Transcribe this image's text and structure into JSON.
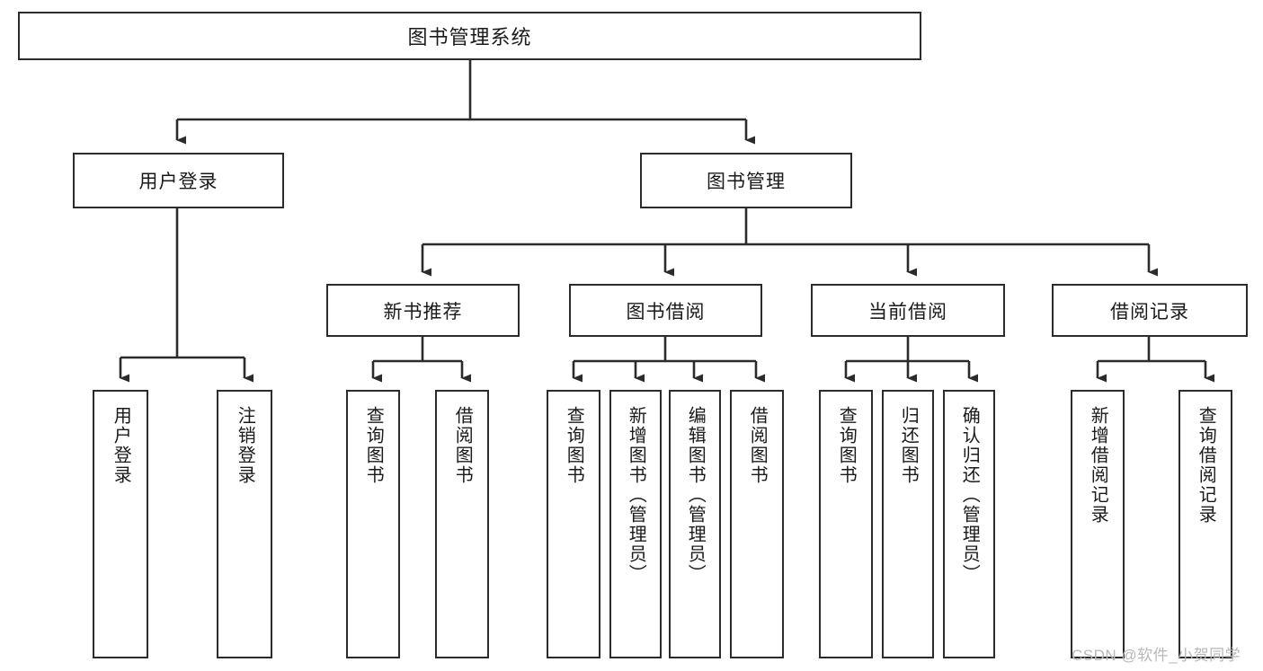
{
  "diagram": {
    "type": "tree",
    "title": "图书管理系统",
    "watermark": "CSDN @软件_小贺同学",
    "colors": {
      "box_stroke": "#2b2b2b",
      "box_fill": "#ffffff",
      "connector": "#2b2b2b",
      "text": "#1a1a1a",
      "watermark": "#b8b8b8",
      "background": "#ffffff"
    },
    "root": {
      "label": "图书管理系统"
    },
    "level1": [
      {
        "label": "用户登录"
      },
      {
        "label": "图书管理"
      }
    ],
    "level2": [
      {
        "label": "新书推荐"
      },
      {
        "label": "图书借阅"
      },
      {
        "label": "当前借阅"
      },
      {
        "label": "借阅记录"
      }
    ],
    "leaves": {
      "user_login": [
        {
          "label": "用户登录"
        },
        {
          "label": "注销登录"
        }
      ],
      "new_book_recommend": [
        {
          "label": "查询图书"
        },
        {
          "label": "借阅图书"
        }
      ],
      "book_borrow": [
        {
          "label": "查询图书"
        },
        {
          "label": "新增图书（管理员）"
        },
        {
          "label": "编辑图书（管理员）"
        },
        {
          "label": "借阅图书"
        }
      ],
      "current_borrow": [
        {
          "label": "查询图书"
        },
        {
          "label": "归还图书"
        },
        {
          "label": "确认归还（管理员）"
        }
      ],
      "borrow_record": [
        {
          "label": "新增借阅记录"
        },
        {
          "label": "查询借阅记录"
        }
      ]
    }
  }
}
